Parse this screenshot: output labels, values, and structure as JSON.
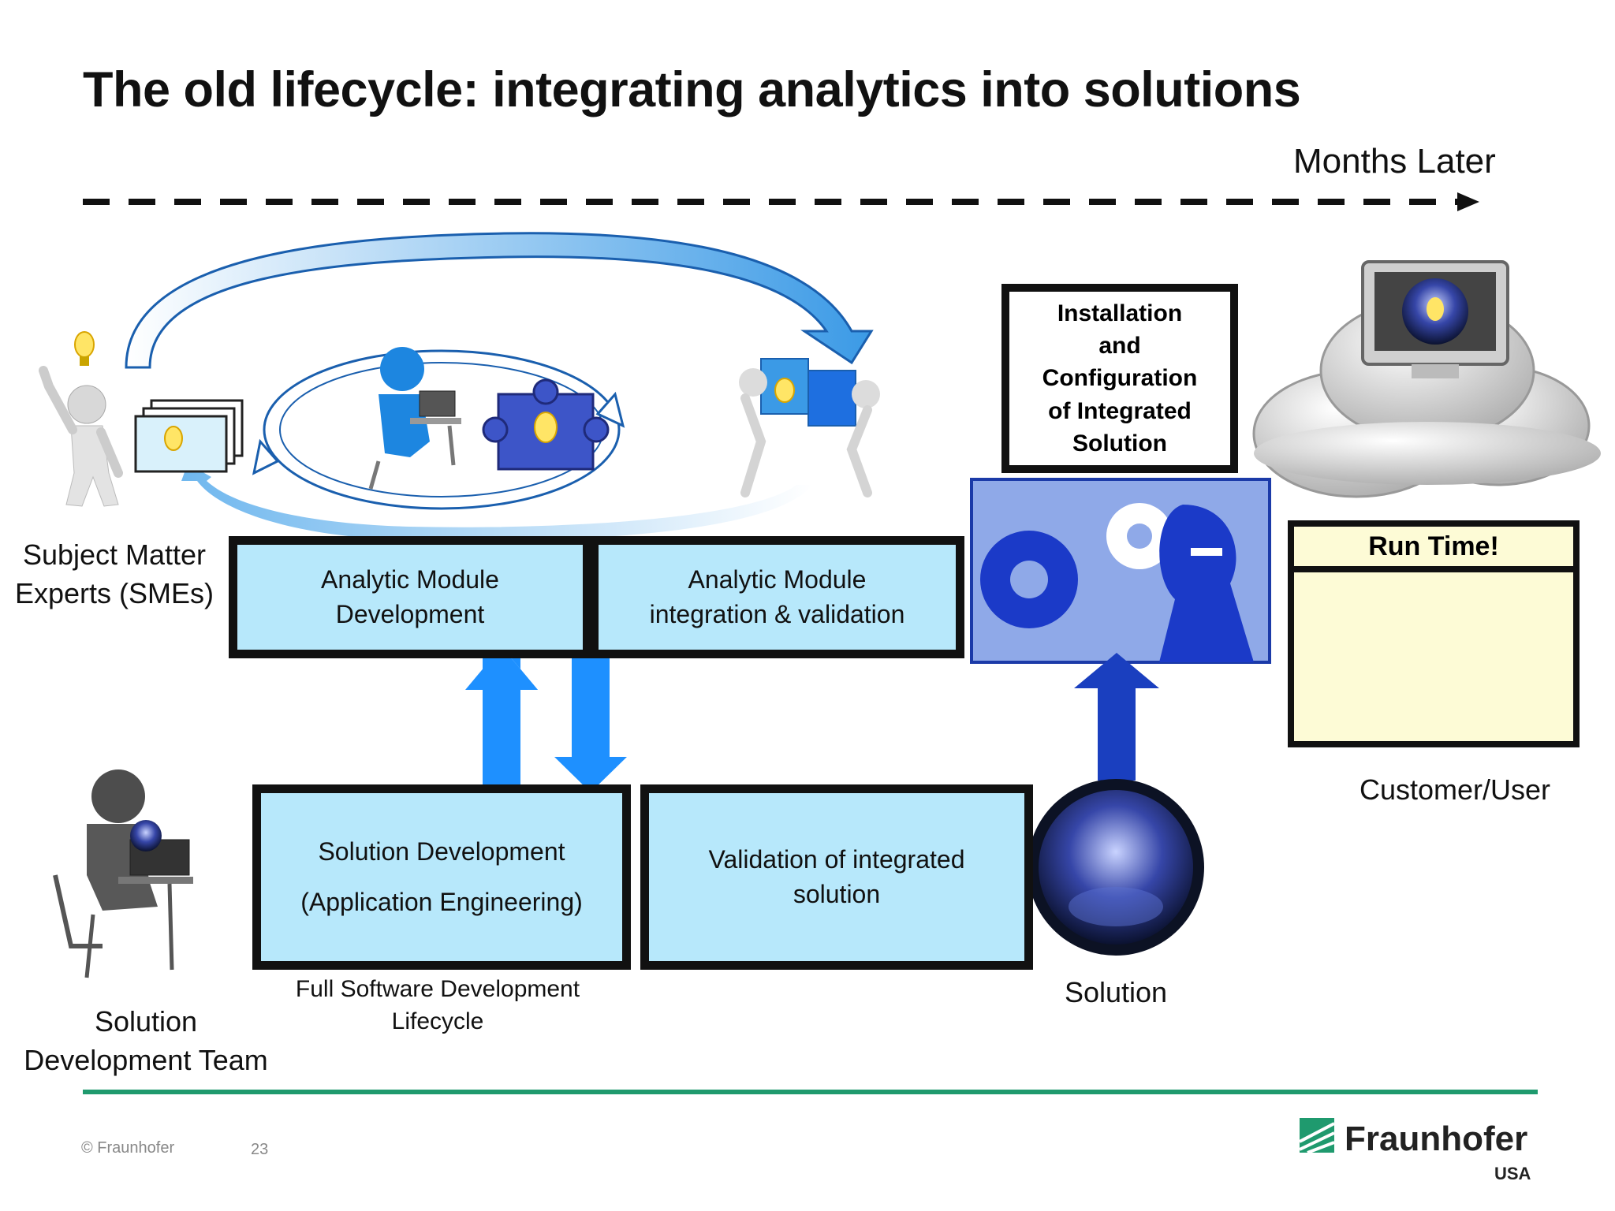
{
  "slide": {
    "title": "The old lifecycle: integrating analytics into solutions",
    "timeline_label": "Months Later"
  },
  "actors": {
    "smes": "Subject Matter Experts (SMEs)",
    "dev_team": "Solution Development Team",
    "customer": "Customer/User",
    "solution": "Solution"
  },
  "boxes": {
    "analytic_dev": "Analytic Module Development",
    "analytic_integration": "Analytic Module integration & validation",
    "solution_dev_line1": "Solution Development",
    "solution_dev_line2": "(Application Engineering)",
    "validation": "Validation of integrated solution",
    "installation": "Installation and Configuration of Integrated Solution",
    "runtime": "Run Time!"
  },
  "captions": {
    "sdlc": "Full Software Development Lifecycle"
  },
  "footer": {
    "copyright": "© Fraunhofer",
    "page_number": "23",
    "brand": "Fraunhofer",
    "brand_sub": "USA"
  },
  "colors": {
    "box_fill": "#b7e8fb",
    "arrow_blue": "#1e90ff",
    "arrow_dark_blue": "#1a3fbf",
    "divider_green": "#1f9a6e",
    "runtime_fill": "#fdfbd6"
  }
}
